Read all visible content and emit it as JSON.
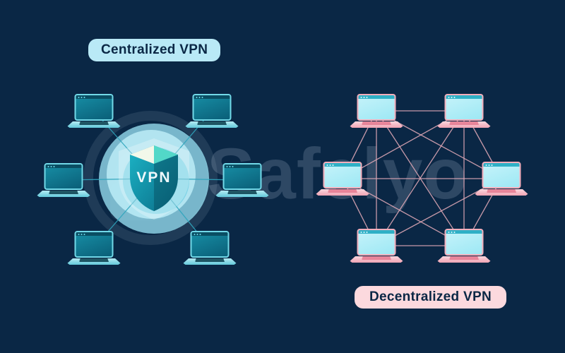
{
  "diagram": {
    "left_panel": {
      "label": "Centralized VPN",
      "topology": "star",
      "node_count": 6,
      "node_icon": "laptop-icon",
      "hub": {
        "label": "VPN",
        "icon": "shield-icon"
      }
    },
    "right_panel": {
      "label": "Decentralized VPN",
      "topology": "mesh",
      "node_count": 6,
      "node_icon": "laptop-icon"
    },
    "watermark": "Safelyo",
    "colors": {
      "background": "#0a2745",
      "left_badge_bg": "#b9e9f6",
      "right_badge_bg": "#fcd9de",
      "badge_text": "#0a2745",
      "left_link": "#2fa5bd",
      "right_link": "#dba6b4",
      "teal_laptop": "#178ea5",
      "pink_laptop": "#f4aebb",
      "hub_glow": "#93dbec",
      "shield": "#0e8296",
      "hub_label_text": "#eef8fb"
    }
  }
}
